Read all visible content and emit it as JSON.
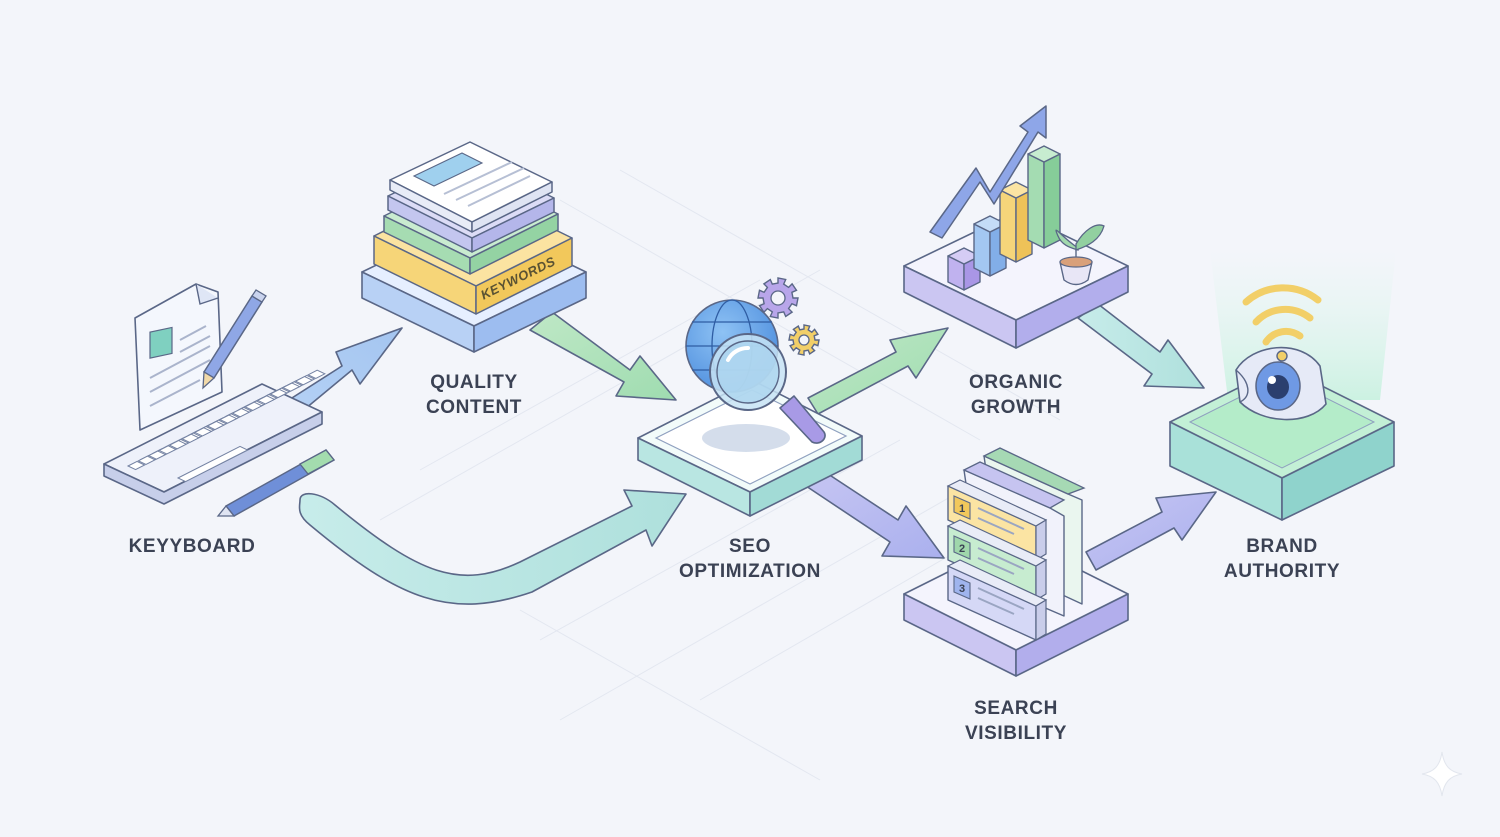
{
  "nodes": [
    {
      "id": "keyboard",
      "lines": [
        "KEYYBOARD"
      ]
    },
    {
      "id": "quality-content",
      "lines": [
        "QUALITY",
        "CONTENT"
      ]
    },
    {
      "id": "seo-optimization",
      "lines": [
        "SEO",
        "OPTIMIZATION"
      ]
    },
    {
      "id": "organic-growth",
      "lines": [
        "ORGANIC",
        "GROWTH"
      ]
    },
    {
      "id": "search-visibility",
      "lines": [
        "SEARCH",
        "VISIBILITY"
      ]
    },
    {
      "id": "brand-authority",
      "lines": [
        "BRAND",
        "AUTHORITY"
      ]
    }
  ],
  "stack_label": "KEYWORDS",
  "list_numbers": [
    "1",
    "2",
    "3"
  ],
  "edges": [
    {
      "from": "keyboard",
      "to": "quality-content"
    },
    {
      "from": "keyboard",
      "to": "seo-optimization"
    },
    {
      "from": "quality-content",
      "to": "seo-optimization"
    },
    {
      "from": "seo-optimization",
      "to": "organic-growth"
    },
    {
      "from": "seo-optimization",
      "to": "search-visibility"
    },
    {
      "from": "organic-growth",
      "to": "brand-authority"
    },
    {
      "from": "search-visibility",
      "to": "brand-authority"
    }
  ],
  "icons": [
    "document-icon",
    "pencil-icon",
    "keyboard-icon",
    "pen-icon",
    "papers-icon",
    "globe-icon",
    "gear-icon",
    "magnifier-icon",
    "bar-chart-icon",
    "trend-arrow-icon",
    "plant-icon",
    "search-results-icon",
    "eye-icon",
    "wifi-signal-icon",
    "sparkle-icon"
  ],
  "colors": {
    "background": "#f3f5fa",
    "blue": "#a9c8f2",
    "green": "#a8e0b4",
    "yellow": "#f7d77e",
    "purple": "#c2b2ef",
    "teal": "#a9e4df",
    "outline": "#5a6787",
    "text": "#3b4254"
  }
}
